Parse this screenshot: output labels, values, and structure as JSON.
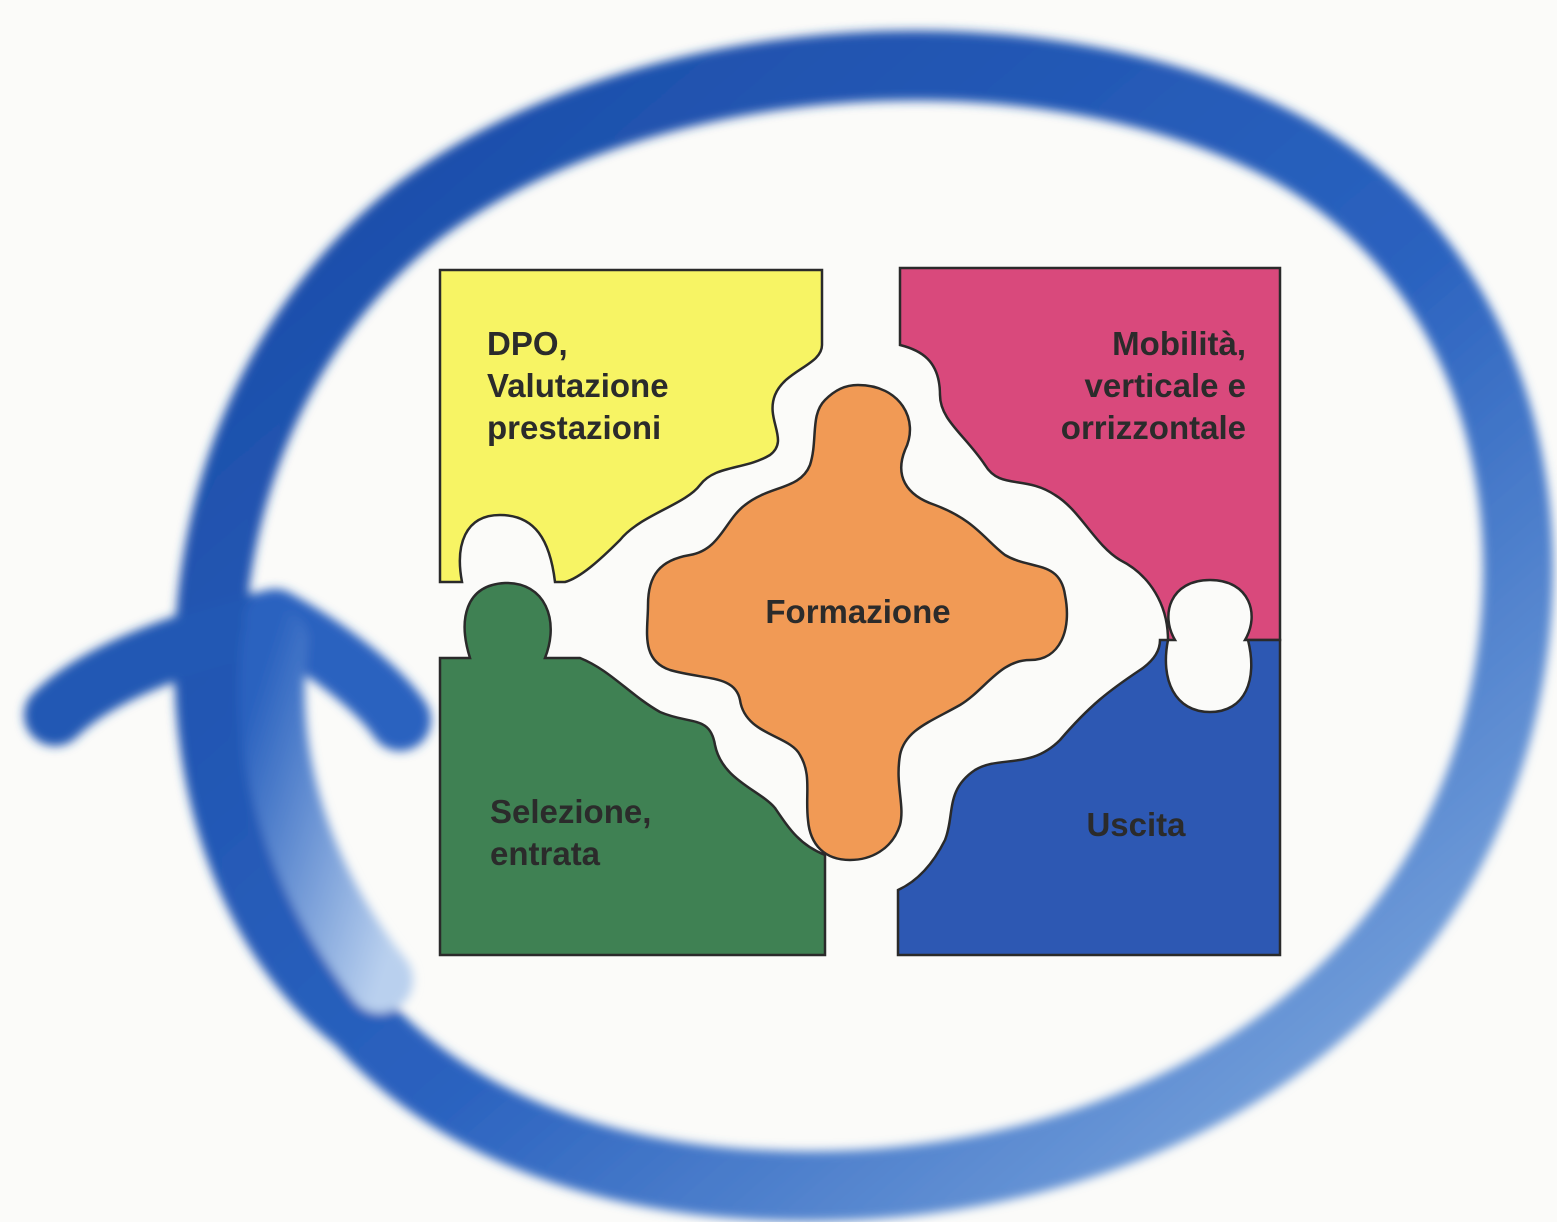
{
  "diagram": {
    "pieces": [
      {
        "id": "top-left",
        "lines": [
          "DPO,",
          "Valutazione",
          "prestazioni"
        ],
        "fill": "#f7f464",
        "text_color": "#2b2b2b"
      },
      {
        "id": "top-right",
        "lines": [
          "Mobilità,",
          "verticale e",
          "orrizzontale"
        ],
        "fill": "#d9497c",
        "text_color": "#2b2b2b"
      },
      {
        "id": "bottom-left",
        "lines": [
          "Selezione,",
          "entrata"
        ],
        "fill": "#3f8153",
        "text_color": "#2b2b2b"
      },
      {
        "id": "bottom-right",
        "lines": [
          "Uscita"
        ],
        "fill": "#2d58b3",
        "text_color": "#2b2b2b"
      },
      {
        "id": "center",
        "lines": [
          "Formazione"
        ],
        "fill": "#f19a55",
        "text_color": "#2b2b2b"
      }
    ],
    "cycle_arrow": {
      "icon": "circular-arrow-icon",
      "color": "#1f4ea8"
    }
  }
}
